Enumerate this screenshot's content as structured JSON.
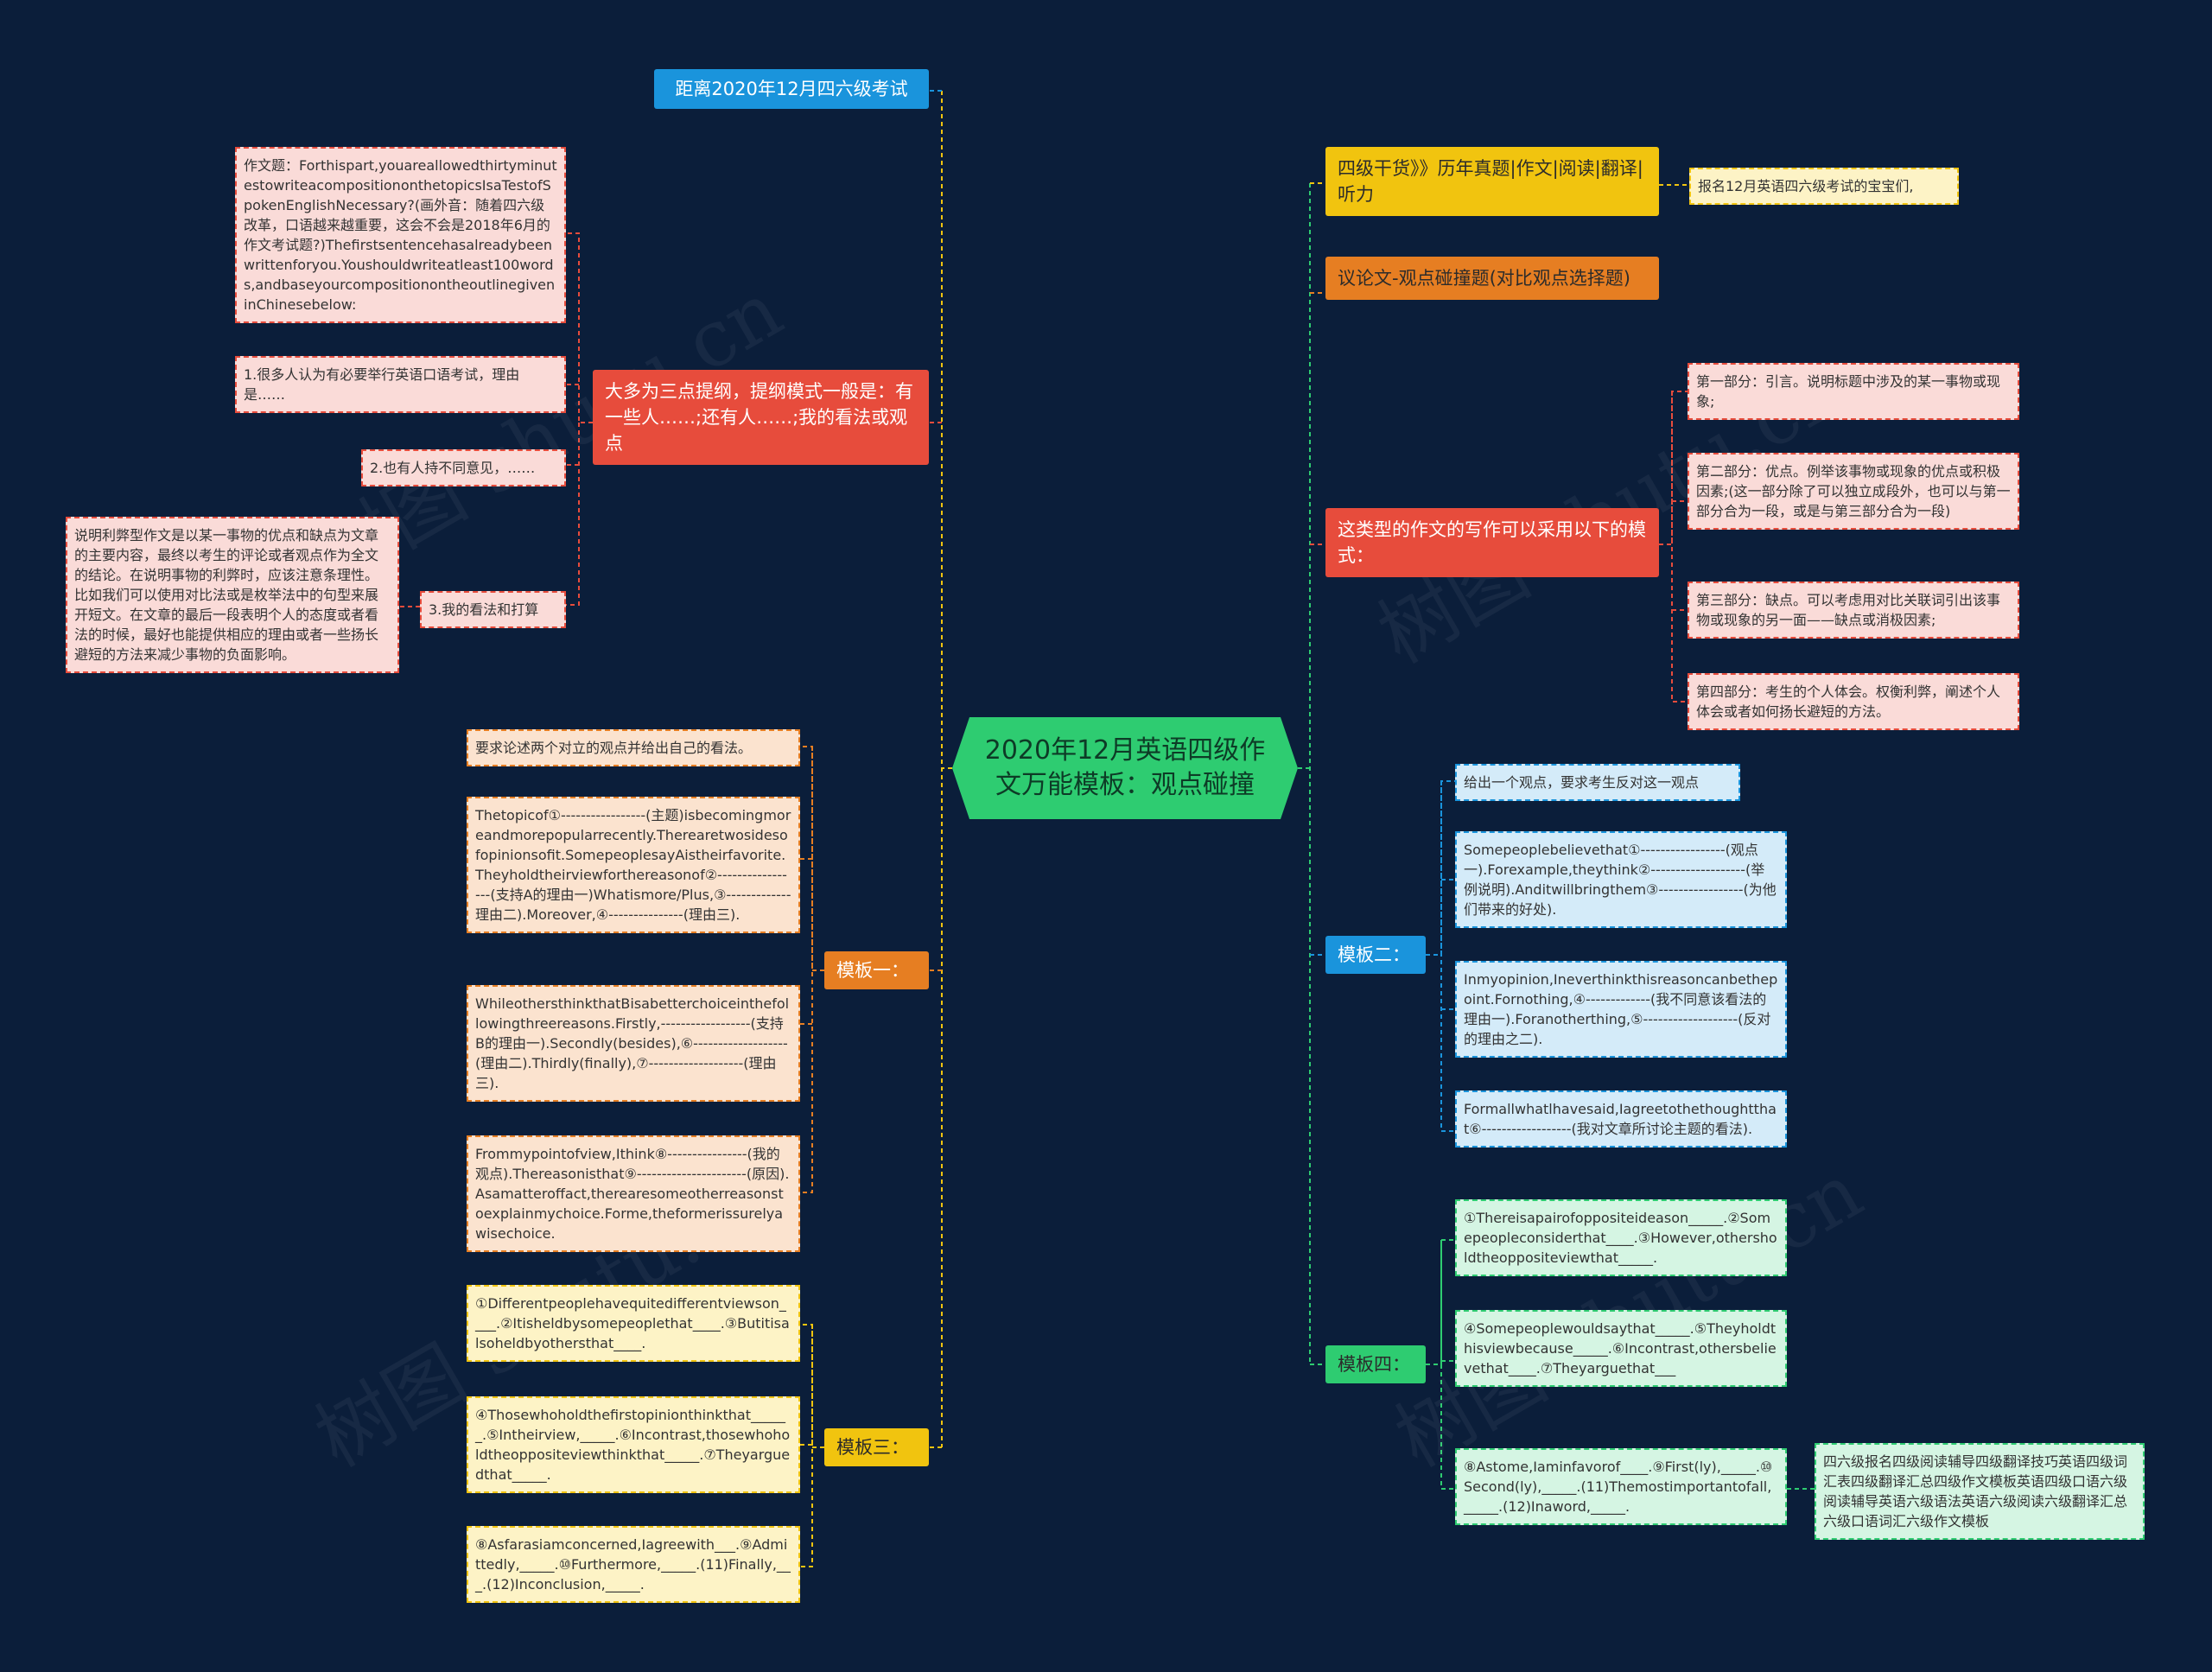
{
  "root": "2020年12月英语四级作文万能模板：观点碰撞",
  "left": {
    "exam_title": "距离2020年12月四六级考试",
    "outline": {
      "label": "大多为三点提纲，提纲模式一般是：有一些人……;还有人……;我的看法或观点",
      "essay_prompt": "作文题：Forthispart,youareallowedthirtyminutestowriteacompositiononthetopicsIsaTestofSpokenEnglishNecessary?(画外音：随着四六级改革，口语越来越重要，这会不会是2018年6月的作文考试题?)Thefirstsentencehasalreadybeenwrittenforyou.Youshouldwriteatleast100words,andbaseyourcompositionontheoutlinegiveninChinesebelow:",
      "point1": "1.很多人认为有必要举行英语口语考试，理由是……",
      "point2": "2.也有人持不同意见，……",
      "point3": "3.我的看法和打算",
      "point3_note": "说明利弊型作文是以某一事物的优点和缺点为文章的主要内容，最终以考生的评论或者观点作为全文的结论。在说明事物的利弊时，应该注意条理性。比如我们可以使用对比法或是枚举法中的句型来展开短文。在文章的最后一段表明个人的态度或者看法的时候，最好也能提供相应的理由或者一些扬长避短的方法来减少事物的负面影响。"
    },
    "template1": {
      "label": "模板一：",
      "items": [
        "要求论述两个对立的观点并给出自己的看法。",
        "Thetopicof①-----------------(主题)isbecomingmoreandmorepopularrecently.Therearetwosidesofopinionsofit.SomepeoplesayAistheirfavorite.Theyholdtheirviewforthereasonof②-----------------(支持A的理由一)Whatismore/Plus,③-------------理由二).Moreover,④---------------(理由三).",
        "WhileothersthinkthatBisabetterchoiceinthefollowingthreereasons.Firstly,------------------(支持B的理由一).Secondly(besides),⑥-------------------(理由二).Thirdly(finally),⑦-------------------(理由三).",
        "Frommypointofview,Ithink⑧----------------(我的观点).Thereasonisthat⑨----------------------(原因).Asamatteroffact,therearesomeotherreasonstoexplainmychoice.Forme,theformerissurelyawisechoice."
      ]
    },
    "template3": {
      "label": "模板三：",
      "items": [
        "①Differentpeoplehavequitedifferentviewson____.②Itisheldbysomepeoplethat____.③Butitisalsoheldbyothersthat____.",
        "④Thosewhoholdthefirstopinionthinkthat______.⑤Intheirview,_____.⑥Incontrast,thosewhoholdtheoppositeviewthinkthat_____.⑦Theyarguedthat_____.",
        "⑧Asfarasiamconcerned,Iagreewith___.⑨Admittedly,_____.⑩Furthermore,_____.(11)Finally,___.(12)Inconclusion,_____."
      ]
    }
  },
  "right": {
    "cet4_goods": "四级干货》》历年真题|作文|阅读|翻译|听力",
    "cet4_goods_note": "报名12月英语四六级考试的宝宝们,",
    "argument": "议论文-观点碰撞题(对比观点选择题)",
    "pattern": {
      "label": "这类型的作文的写作可以采用以下的模式：",
      "items": [
        "第一部分：引言。说明标题中涉及的某一事物或现象;",
        "第二部分：优点。例举该事物或现象的优点或积极因素;(这一部分除了可以独立成段外，也可以与第一部分合为一段，或是与第三部分合为一段)",
        "第三部分：缺点。可以考虑用对比关联词引出该事物或现象的另一面——缺点或消极因素;",
        "第四部分：考生的个人体会。权衡利弊，阐述个人体会或者如何扬长避短的方法。"
      ]
    },
    "template2": {
      "label": "模板二：",
      "items": [
        "给出一个观点，要求考生反对这一观点",
        "Somepeoplebelievethat①-----------------(观点一).Forexample,theythink②-------------------(举例说明).Anditwillbringthem③-----------------(为他们带来的好处).",
        "Inmyopinion,Ineverthinkthisreasoncanbethepoint.Fornothing,④-------------(我不同意该看法的理由一).Foranotherthing,⑤-------------------(反对的理由之二).",
        "Formallwhatlhavesaid,Iagreetothethoughtthat⑥------------------(我对文章所讨论主题的看法)."
      ]
    },
    "template4": {
      "label": "模板四：",
      "items": [
        "①Thereisapairofoppositeideason_____.②Somepeopleconsiderthat____.③However,othersholdtheoppositeviewthat_____.",
        "④Somepeoplewouldsaythat_____.⑤Theyholdthisviewbecause_____.⑥Incontrast,othersbelievethat____.⑦Theyarguethat___",
        "⑧Astome,Iaminfavorof____.⑨First(ly),_____.⑩Second(ly),_____.(11)Themostimportantofall,_____.(12)Inaword,_____."
      ],
      "note": "四六级报名四级阅读辅导四级翻译技巧英语四级词汇表四级翻译汇总四级作文模板英语四级口语六级阅读辅导英语六级语法英语六级阅读六级翻译汇总六级口语词汇六级作文模板"
    }
  },
  "watermark": "树图 shutu.cn",
  "colors": {
    "background": "#0b1e3a",
    "root": "#2ecc71",
    "blue": "#1a94dc",
    "red": "#e74c3c",
    "orange": "#e67e22",
    "yellow": "#f1c40f",
    "green": "#2ecc71"
  }
}
